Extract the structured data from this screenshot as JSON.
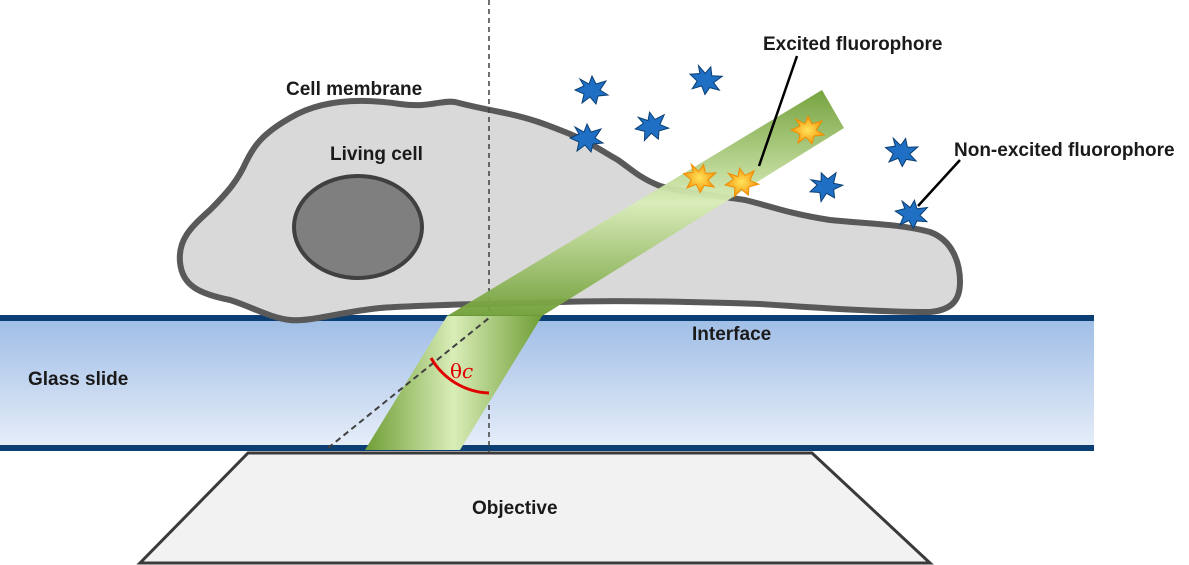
{
  "labels": {
    "cell_membrane": "Cell membrane",
    "living_cell": "Living cell",
    "excited_fluorophore": "Excited fluorophore",
    "non_excited_fluorophore": "Non-excited fluorophore",
    "interface": "Interface",
    "glass_slide": "Glass slide",
    "objective": "Objective",
    "critical_angle_theta": "θ",
    "critical_angle_sub": "c"
  },
  "colors": {
    "beam": "#8fbf4e",
    "beam_highlight": "#d7ecb4",
    "cell_fill": "#d9d9d9",
    "cell_outline": "#595959",
    "nucleus": "#7f7f7f",
    "glass_top": "#9fbde6",
    "glass_bottom": "#e4ecf8",
    "glass_border": "#0b3f73",
    "objective": "#f2f2f2",
    "excited": "#f7a81b",
    "non_excited": "#1f6fc4",
    "angle_arc": "#e00000"
  },
  "icons": {
    "excited": "orange-burst-icon",
    "non_excited": "blue-burst-icon"
  }
}
